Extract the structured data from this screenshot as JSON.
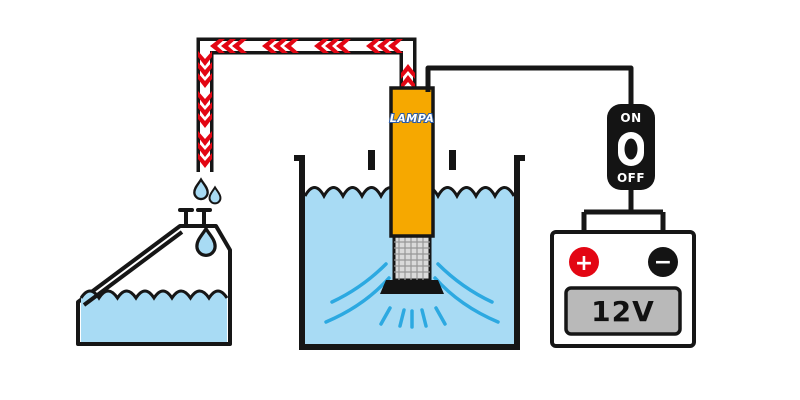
{
  "diagram": {
    "pump": {
      "brand_label": "LAMPA"
    },
    "switch": {
      "on_label": "ON",
      "off_label": "OFF"
    },
    "battery": {
      "voltage_label": "12V",
      "plus_symbol": "+",
      "minus_symbol": "−"
    }
  },
  "colors": {
    "water": "#A8DBF4",
    "outline": "#161616",
    "arrow-red": "#E30613",
    "pump-orange": "#F6A800",
    "flow-blue": "#2CA9E1",
    "plate-grey": "#B9B9B9",
    "filter-grey": "#DADADA",
    "device-black": "#141414"
  }
}
